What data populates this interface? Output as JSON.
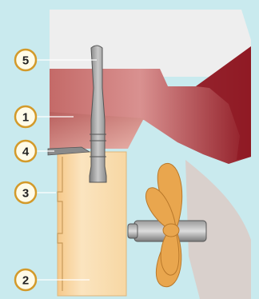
{
  "colors": {
    "water": "#c9eaee",
    "hull_light": "#eeeeee",
    "hull_red": "#8f1a24",
    "hull_red_light": "#d98a86",
    "rudder_stock": "#a9a9a9",
    "rudder_blade": "#f9d9a4",
    "propeller": "#e9a64e",
    "callout_ring": "#d39a2a",
    "leader": "#ffffff"
  },
  "callouts": [
    {
      "label": "5",
      "part": "rudder-stock"
    },
    {
      "label": "1",
      "part": "rudder-trunk"
    },
    {
      "label": "4",
      "part": "carrier-bearing"
    },
    {
      "label": "3",
      "part": "rudder-leading-edge"
    },
    {
      "label": "2",
      "part": "rudder-blade"
    }
  ],
  "icons": {
    "propeller": "propeller-icon",
    "rudder": "rudder-icon"
  }
}
